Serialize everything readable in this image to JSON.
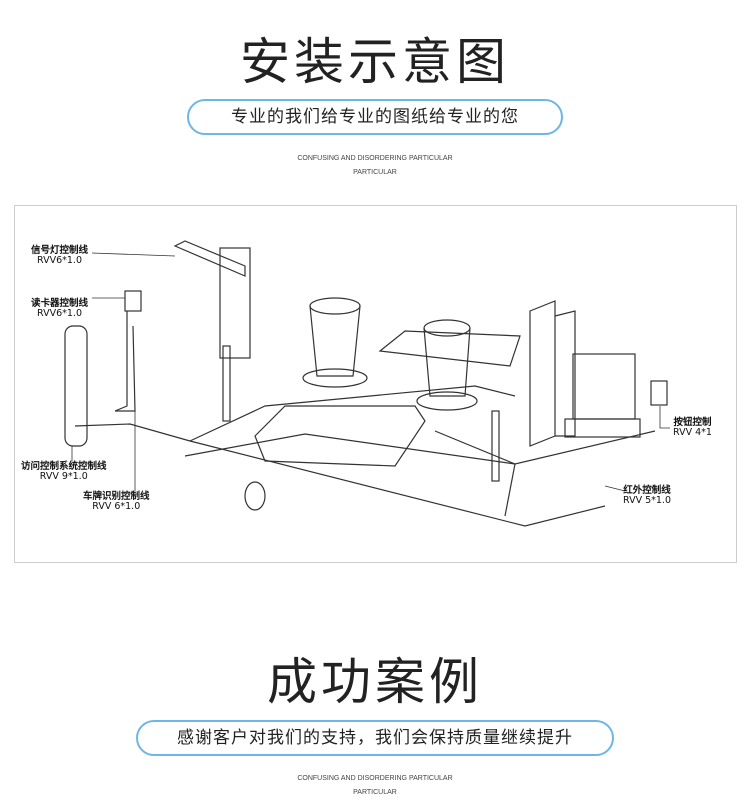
{
  "section1": {
    "title": "安装示意图",
    "subtitle": "专业的我们给专业的图纸给专业的您",
    "english_line1": "CONFUSING AND DISORDERING PARTICULAR",
    "english_line2": "PARTICULAR"
  },
  "diagram": {
    "labels": [
      {
        "name": "信号灯控制线",
        "spec": "RVV6*1.0"
      },
      {
        "name": "读卡器控制线",
        "spec": "RVV6*1.0"
      },
      {
        "name": "访问控制系统控制线",
        "spec": "RVV 9*1.0"
      },
      {
        "name": "车牌识别控制线",
        "spec": "RVV 6*1.0"
      },
      {
        "name": "按钮控制",
        "spec": "RVV 4*1"
      },
      {
        "name": "红外控制线",
        "spec": "RVV 5*1.0"
      }
    ]
  },
  "section2": {
    "title": "成功案例",
    "subtitle": "感谢客户对我们的支持，我们会保持质量继续提升",
    "english_line1": "CONFUSING AND DISORDERING PARTICULAR",
    "english_line2": "PARTICULAR"
  },
  "colors": {
    "pill_border": "#6db6e8",
    "text": "#222222"
  }
}
